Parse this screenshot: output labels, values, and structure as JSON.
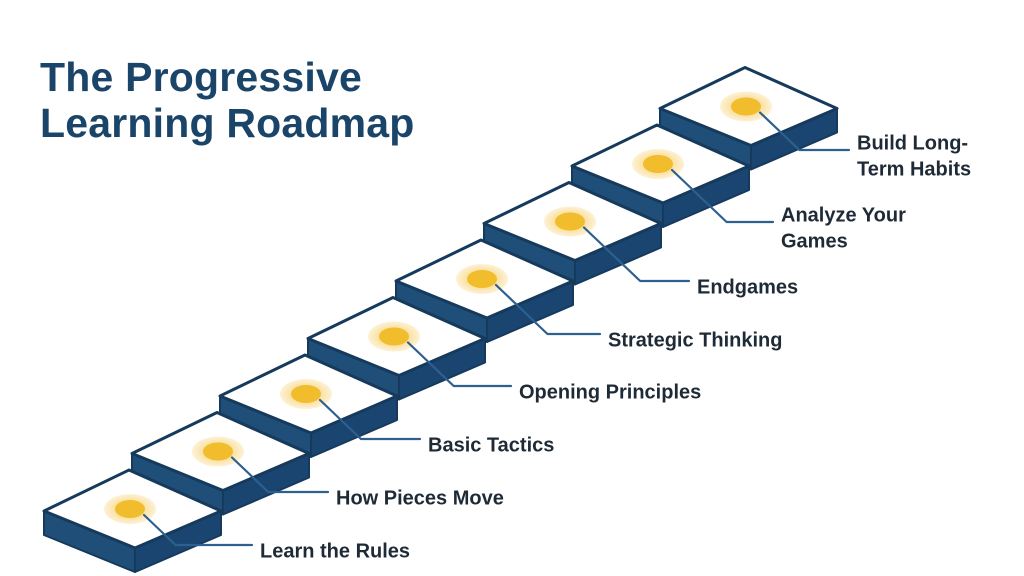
{
  "title": {
    "line1": "The Progressive",
    "line2": "Learning Roadmap"
  },
  "colors": {
    "title": "#1b4469",
    "step_side": "#1f4e79",
    "step_outline": "#163a5c",
    "step_top": "#ffffff",
    "connector": "#2d5f8f",
    "dot": "#f2bd2c",
    "dot_glow": "#fbe8b4",
    "label_text": "#1e2a36"
  },
  "steps": [
    {
      "label_lines": [
        "Learn the Rules"
      ]
    },
    {
      "label_lines": [
        "How Pieces Move"
      ]
    },
    {
      "label_lines": [
        "Basic Tactics"
      ]
    },
    {
      "label_lines": [
        "Opening Principles"
      ]
    },
    {
      "label_lines": [
        "Strategic Thinking"
      ]
    },
    {
      "label_lines": [
        "Endgames"
      ]
    },
    {
      "label_lines": [
        "Analyze Your",
        "Games"
      ]
    },
    {
      "label_lines": [
        "Build Long-",
        "Term Habits"
      ]
    }
  ]
}
